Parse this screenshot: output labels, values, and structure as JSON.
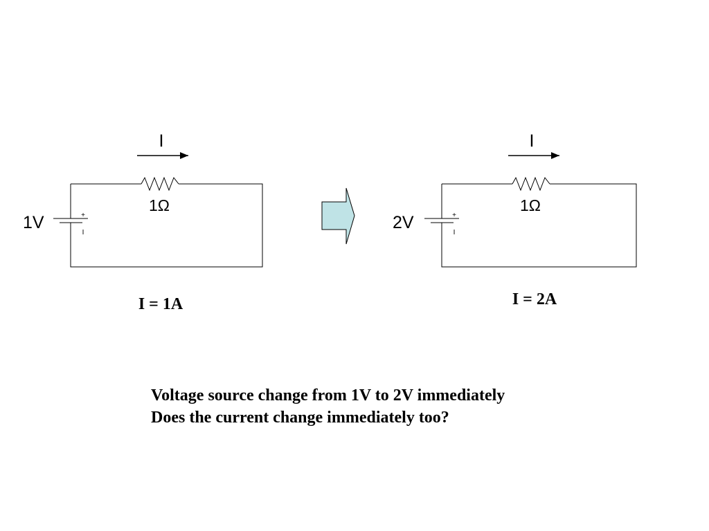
{
  "circuits": [
    {
      "current_label": "I",
      "source_label": "1V",
      "plus_sign": "+",
      "minus_sign": "I",
      "resistor_label": "1Ω",
      "result": "I = 1A"
    },
    {
      "current_label": "I",
      "source_label": "2V",
      "plus_sign": "+",
      "minus_sign": "I",
      "resistor_label": "1Ω",
      "result": "I = 2A"
    }
  ],
  "transition_arrow_color": "#bfe3e6",
  "caption": {
    "line1": "Voltage source change from 1V to 2V immediately",
    "line2": "Does the current change immediately too?"
  }
}
